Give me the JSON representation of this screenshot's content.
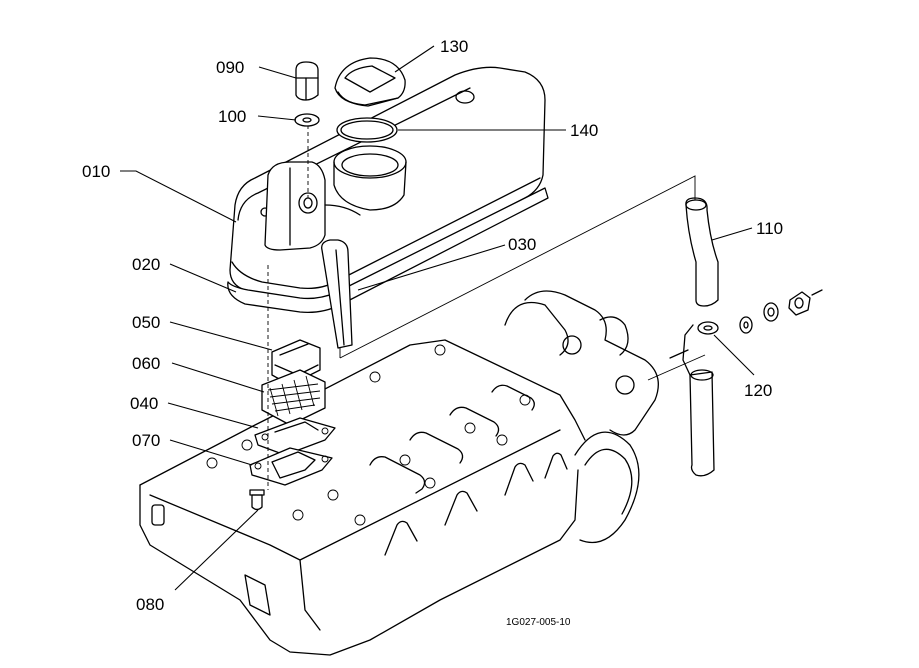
{
  "parts": [
    {
      "id": "p010",
      "label": "010"
    },
    {
      "id": "p020",
      "label": "020"
    },
    {
      "id": "p030",
      "label": "030"
    },
    {
      "id": "p040",
      "label": "040"
    },
    {
      "id": "p050",
      "label": "050"
    },
    {
      "id": "p060",
      "label": "060"
    },
    {
      "id": "p070",
      "label": "070"
    },
    {
      "id": "p080",
      "label": "080"
    },
    {
      "id": "p090",
      "label": "090"
    },
    {
      "id": "p100",
      "label": "100"
    },
    {
      "id": "p110",
      "label": "110"
    },
    {
      "id": "p120",
      "label": "120"
    },
    {
      "id": "p130",
      "label": "130"
    },
    {
      "id": "p140",
      "label": "140"
    }
  ],
  "figure_code": "1G027-005-10"
}
